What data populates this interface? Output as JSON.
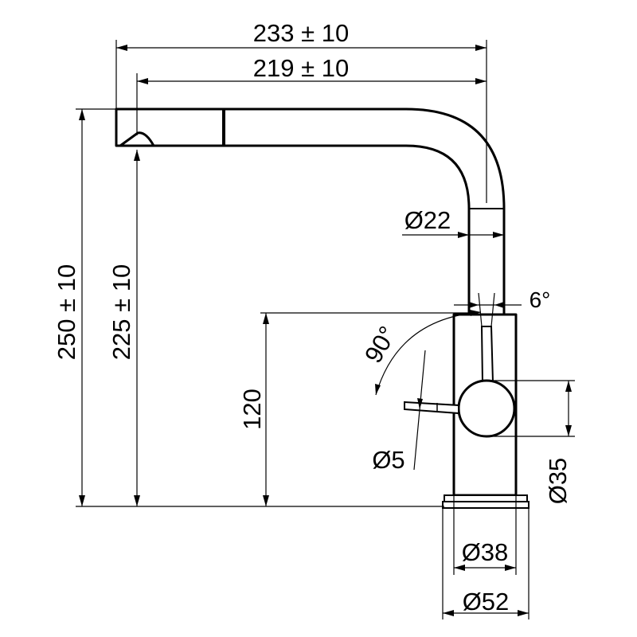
{
  "dimensions": {
    "overall_reach": "233 ± 10",
    "spout_reach": "219 ± 10",
    "overall_height": "250 ± 10",
    "spout_height": "225 ± 10",
    "body_height": "120",
    "spout_diameter": "Ø22",
    "handle_angle": "90°",
    "tilt_angle": "6°",
    "lever_diameter": "Ø5",
    "knob_diameter": "Ø35",
    "body_diameter": "Ø38",
    "base_diameter": "Ø52"
  },
  "colors": {
    "line": "#000000",
    "background": "#ffffff"
  }
}
